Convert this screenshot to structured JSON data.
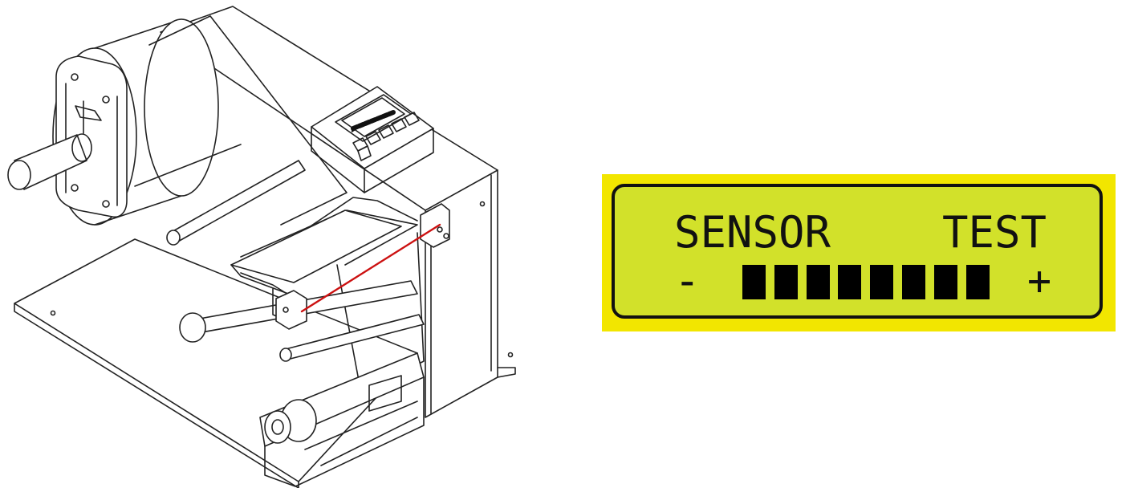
{
  "lcd": {
    "line1_left": "SENSOR",
    "line1_right": "TEST",
    "minus": "-",
    "plus": "+",
    "bar_filled_segments": 8,
    "bar_total_segments": 8
  },
  "colors": {
    "frame": "#f2e600",
    "screen": "#d2e12a",
    "ink": "#111111",
    "laser": "#cc1111"
  },
  "icons": {
    "machine": "label-applicator-line-drawing",
    "panel": "control-panel-with-lcd-and-buttons",
    "sensor": "optical-sensor-with-red-beam"
  }
}
